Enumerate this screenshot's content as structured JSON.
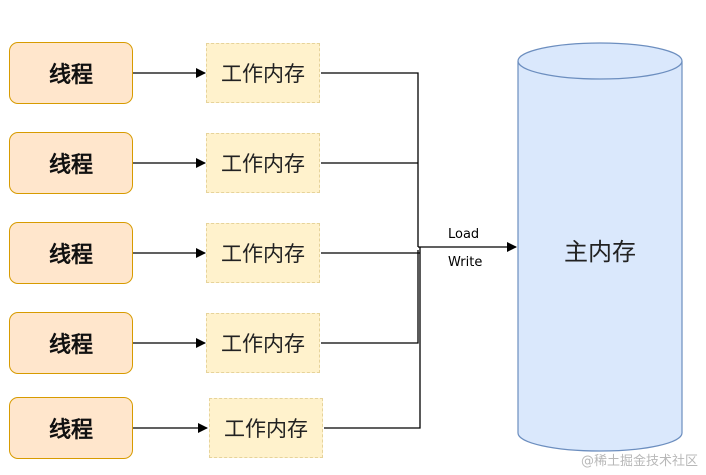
{
  "threads": [
    {
      "label": "线程",
      "memory_label": "工作内存"
    },
    {
      "label": "线程",
      "memory_label": "工作内存"
    },
    {
      "label": "线程",
      "memory_label": "工作内存"
    },
    {
      "label": "线程",
      "memory_label": "工作内存"
    },
    {
      "label": "线程",
      "memory_label": "工作内存"
    }
  ],
  "main_memory": {
    "label": "主内存"
  },
  "connector": {
    "top_label": "Load",
    "bottom_label": "Write"
  },
  "watermark": "@稀土掘金技术社区",
  "colors": {
    "thread_fill": "#ffe6cc",
    "thread_stroke": "#d79b00",
    "work_fill": "#fff2cc",
    "cylinder_fill": "#dae8fc",
    "cylinder_stroke": "#6c8ebf"
  }
}
